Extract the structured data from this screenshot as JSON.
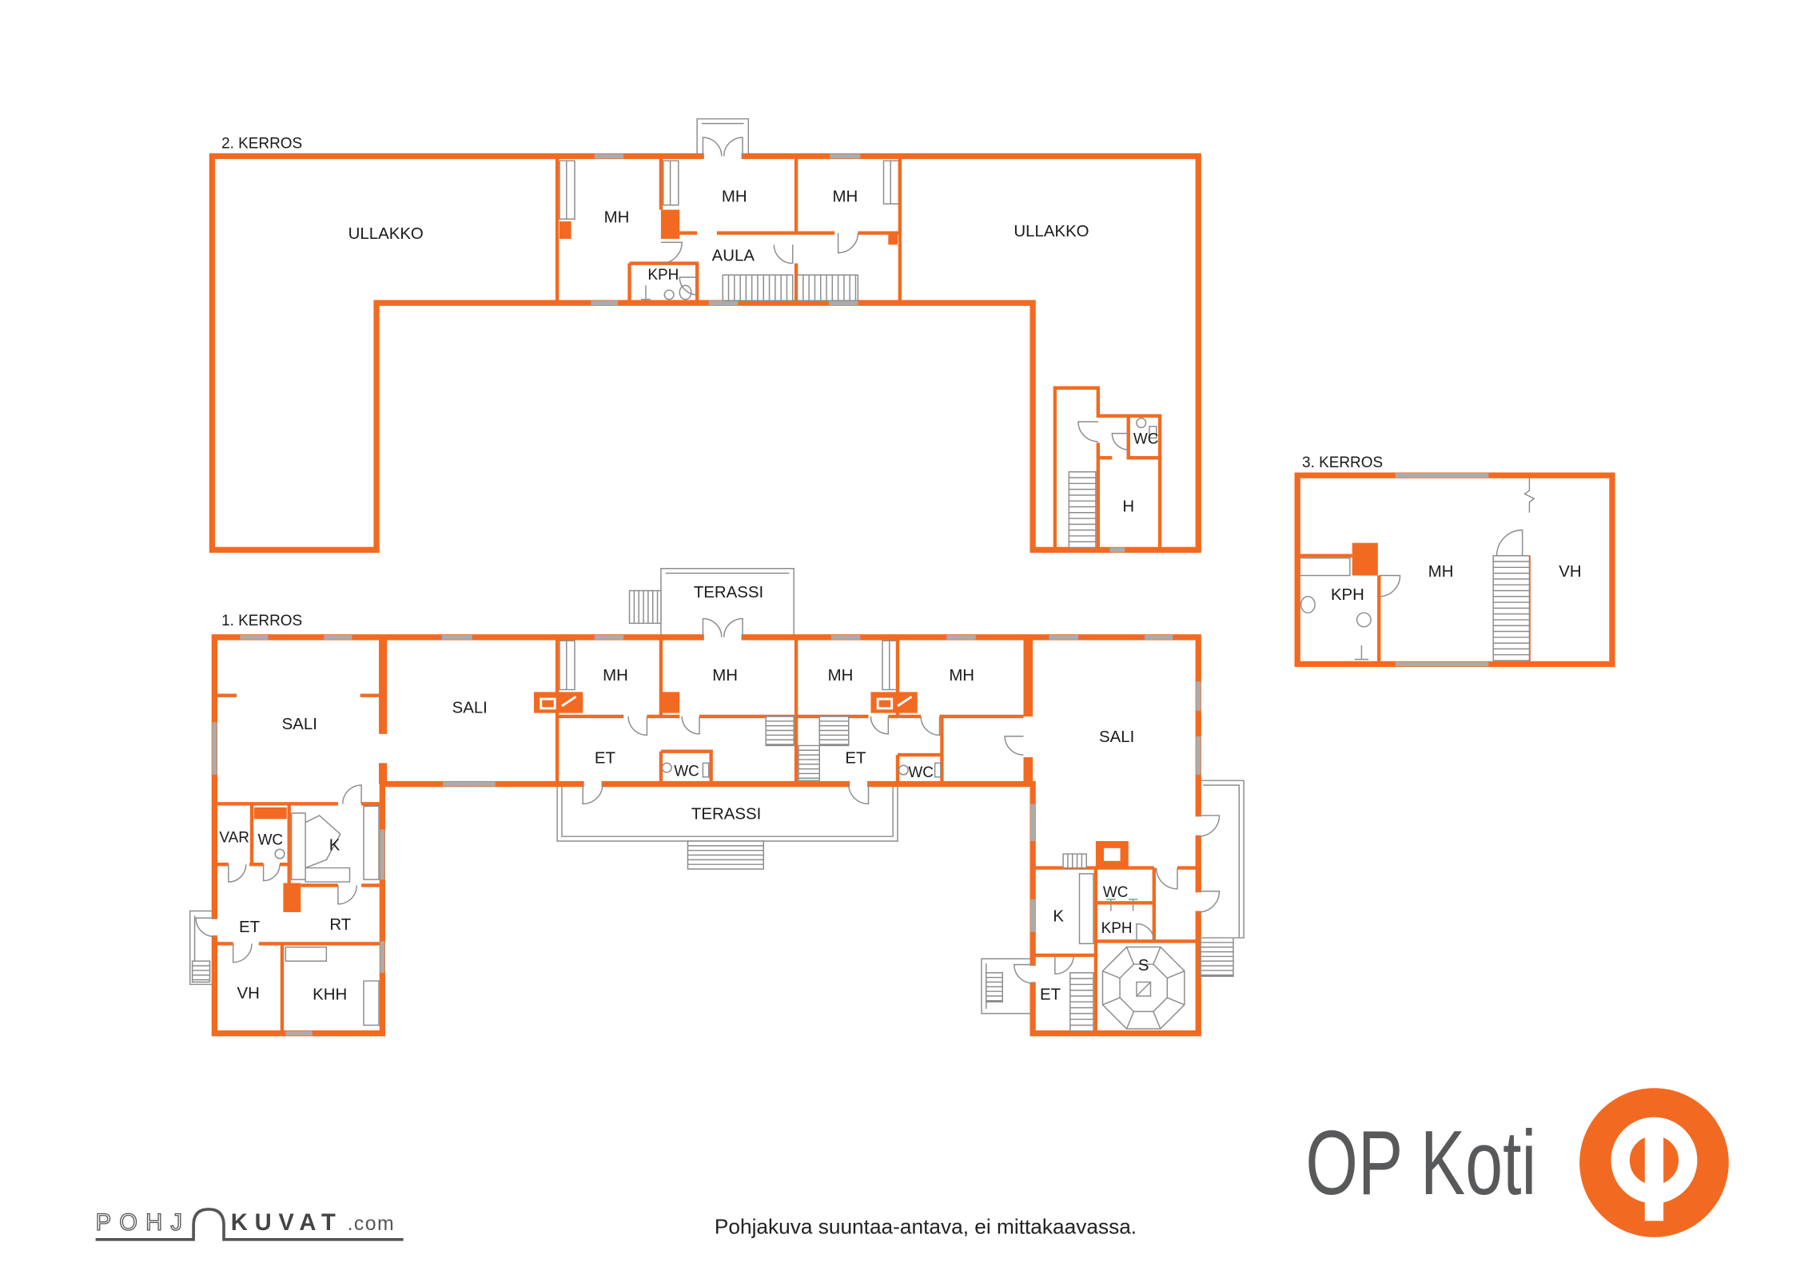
{
  "floor2": {
    "title": "2. KERROS",
    "rooms": [
      "ULLAKKO",
      "MH",
      "MH",
      "MH",
      "AULA",
      "KPH",
      "ULLAKKO",
      "WC",
      "H"
    ]
  },
  "floor3": {
    "title": "3. KERROS",
    "rooms": [
      "MH",
      "VH",
      "KPH"
    ]
  },
  "floor1": {
    "title": "1. KERROS",
    "rooms": [
      "SALI",
      "SALI",
      "MH",
      "MH",
      "MH",
      "MH",
      "ET",
      "WC",
      "ET",
      "WC",
      "TERASSI",
      "TERASSI",
      "SALI",
      "VAR",
      "WC",
      "K",
      "ET",
      "RT",
      "VH",
      "KHH",
      "K",
      "WC",
      "KPH",
      "S",
      "ET"
    ]
  },
  "brand": {
    "name": "OP Koti",
    "logo": "op-logo-icon"
  },
  "disclaimer": "Pohjakuva suuntaa-antava, ei mittakaavassa.",
  "credit": {
    "first": "POHJ",
    "second": "KUVAT",
    "suffix": ".com"
  },
  "colors": {
    "wall": "#F26A21",
    "window": "#ABABAB",
    "fixture": "#8C8C8C",
    "label": "#1A1A1A",
    "brand_text": "#58595B",
    "logo_mark": "#FFFFFF"
  }
}
